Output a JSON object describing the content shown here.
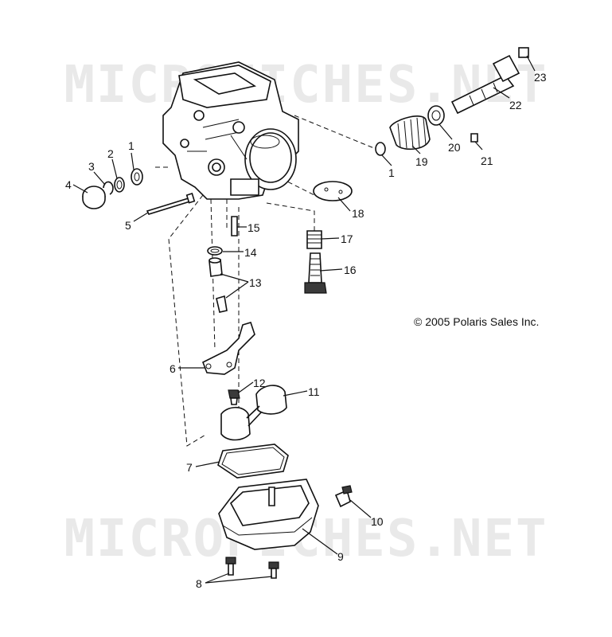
{
  "watermark": [
    "MICROFICHES.NET",
    "MICROFICHES.NET"
  ],
  "copyright": "© 2005 Polaris Sales Inc.",
  "callouts": [
    "1",
    "2",
    "3",
    "4",
    "5",
    "1",
    "19",
    "20",
    "21",
    "22",
    "23",
    "18",
    "15",
    "14",
    "13",
    "17",
    "16",
    "6",
    "12",
    "11",
    "7",
    "10",
    "9",
    "8"
  ]
}
